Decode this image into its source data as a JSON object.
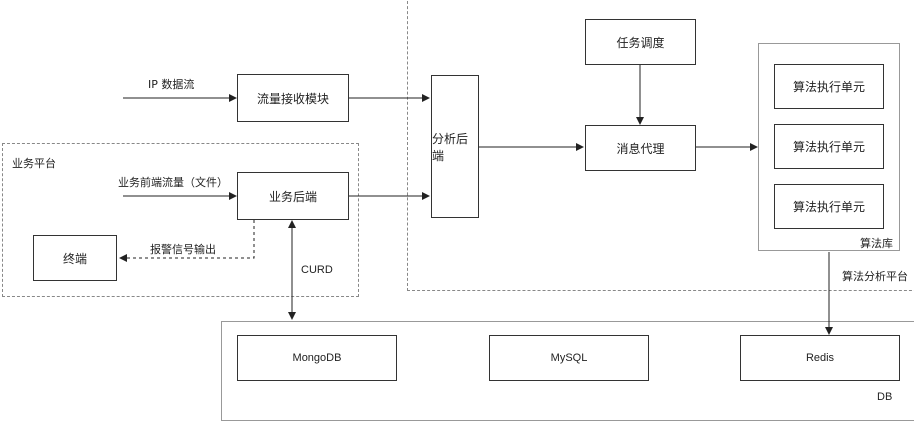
{
  "labels": {
    "ip_stream": "IP 数据流",
    "business_platform": "业务平台",
    "frontend_traffic": "业务前端流量（文件）",
    "alarm_output": "报警信号输出",
    "curd": "CURD",
    "algo_lib": "算法库",
    "algo_platform": "算法分析平台",
    "db": "DB"
  },
  "nodes": {
    "traffic_receiver": "流量接收模块",
    "business_backend": "业务后端",
    "terminal": "终端",
    "analysis_backend": "分析后端",
    "task_scheduler": "任务调度",
    "message_broker": "消息代理",
    "algo_unit_1": "算法执行单元",
    "algo_unit_2": "算法执行单元",
    "algo_unit_3": "算法执行单元",
    "mongodb": "MongoDB",
    "mysql": "MySQL",
    "redis": "Redis"
  },
  "colors": {
    "line": "#222222",
    "frame_dashed": "#888888",
    "frame_solid": "#999999"
  }
}
